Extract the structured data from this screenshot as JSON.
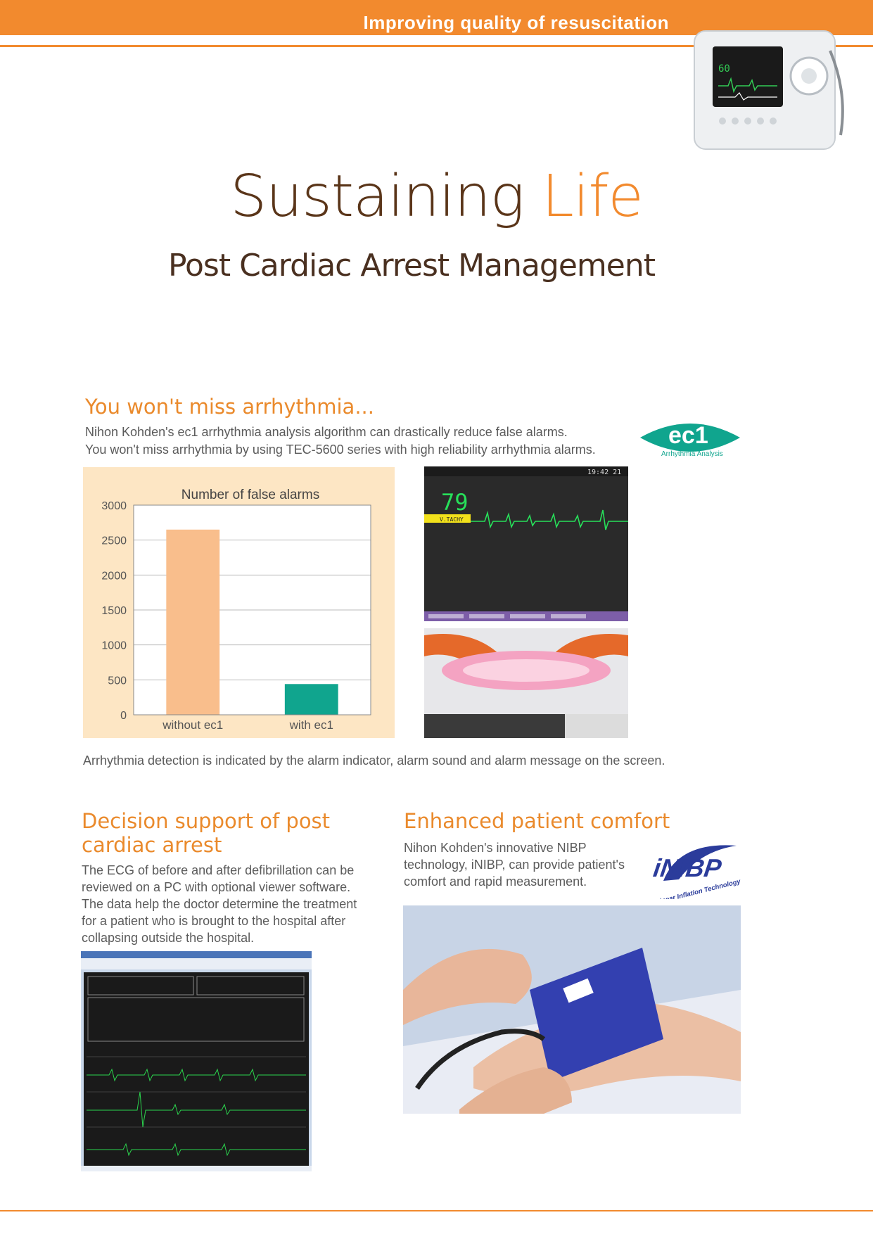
{
  "header": {
    "tagline": "Improving quality of resuscitation"
  },
  "title": {
    "main": "Sustaining",
    "accent": "Life",
    "subtitle": "Post Cardiac Arrest Management"
  },
  "section_arrhythmia": {
    "heading": "You won't miss arrhythmia...",
    "line1": "Nihon Kohden's ec1 arrhythmia analysis algorithm can drastically reduce false alarms.",
    "line2": "You won't miss arrhythmia by using TEC-5600 series with high reliability arrhythmia alarms.",
    "logo_text": "ec1",
    "logo_subtext": "Arrhythmia Analysis",
    "caption": "Arrhythmia detection is indicated by the alarm indicator, alarm sound and alarm message on the screen.",
    "monitor_readout": {
      "clock": "19:42 21",
      "heart_rate": "79",
      "alarm_label": "V.TACHY"
    }
  },
  "chart_data": {
    "type": "bar",
    "title": "Number of false alarms",
    "categories": [
      "without ec1",
      "with ec1"
    ],
    "values": [
      2650,
      440
    ],
    "colors": [
      "#f9be8c",
      "#10a58e"
    ],
    "ylim": [
      0,
      3000
    ],
    "yticks": [
      0,
      500,
      1000,
      1500,
      2000,
      2500,
      3000
    ],
    "xlabel": "",
    "ylabel": "",
    "grid": true
  },
  "section_decision": {
    "heading_line1": "Decision support of post",
    "heading_line2": "cardiac arrest",
    "body": "The ECG of before and after defibrillation can be reviewed on a PC with optional viewer software. The data help the doctor determine the treatment for a patient who is brought to the hospital after collapsing outside the hospital."
  },
  "section_comfort": {
    "heading": "Enhanced patient comfort",
    "body": "Nihon Kohden's innovative NIBP technology, iNIBP, can provide patient's comfort and rapid measurement.",
    "logo_text": "iNIBP",
    "logo_subtext": "Linear Inflation Technology"
  },
  "colors": {
    "accent": "#f28a2e",
    "heading": "#ea8a2c",
    "title_brown": "#5a3519",
    "chart_panel": "#fde6c4",
    "logo_green": "#10a58e",
    "logo_blue": "#2b3c9b"
  }
}
